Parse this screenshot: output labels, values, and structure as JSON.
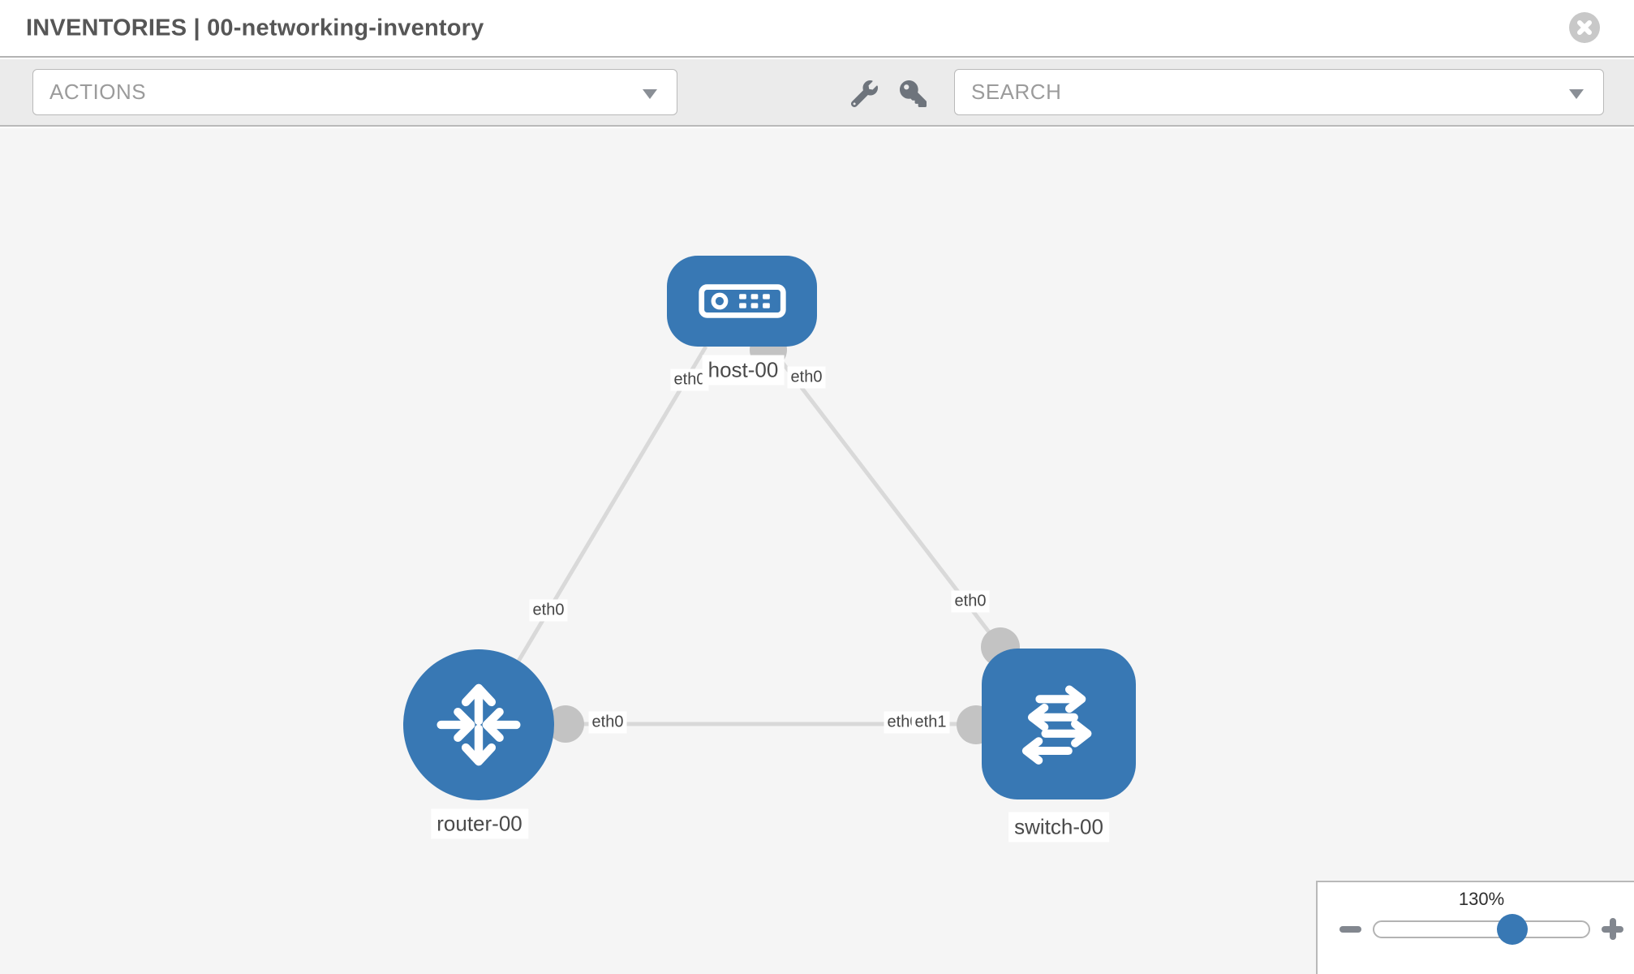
{
  "header": {
    "title": "INVENTORIES | 00-networking-inventory"
  },
  "toolbar": {
    "actions_label": "ACTIONS",
    "search_placeholder": "SEARCH",
    "icons": [
      "wrench-icon",
      "key-icon"
    ]
  },
  "topology": {
    "nodes": [
      {
        "id": "host-00",
        "type": "host",
        "label": "host-00"
      },
      {
        "id": "router-00",
        "type": "router",
        "label": "router-00"
      },
      {
        "id": "switch-00",
        "type": "switch",
        "label": "switch-00"
      }
    ],
    "links": [
      {
        "source": "host-00",
        "source_interface": "eth0",
        "target": "router-00",
        "target_interface": "eth0"
      },
      {
        "source": "host-00",
        "source_interface": "eth0",
        "target": "switch-00",
        "target_interface": "eth0"
      },
      {
        "source": "router-00",
        "source_interface": "eth0",
        "target": "switch-00",
        "target_interface": "eth1",
        "target_interface_overlapped": "eth0"
      }
    ]
  },
  "zoom_control": {
    "level": "130%"
  },
  "colors": {
    "node_blue": "#3878b4",
    "link_gray": "#d9d9d9",
    "endpoint_gray": "#c3c3c3",
    "canvas_bg": "#f5f5f5"
  }
}
